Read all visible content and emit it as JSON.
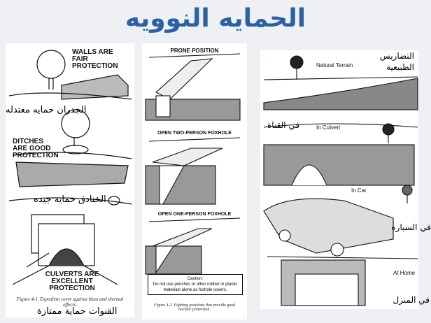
{
  "slide_title": "الحمايه النوويه",
  "left_panel": {
    "walls_label": "WALLS ARE FAIR PROTECTION",
    "walls_ar": "الجدران حمايه معتدله",
    "ditches_label": "DITCHES ARE GOOD PROTECTION",
    "ditches_ar": "الخنادق حمايه جيده",
    "culverts_label": "CULVERTS ARE EXCELLENT PROTECTION",
    "caption": "Figure 4-1. Expedient cover against blast and thermal effects.",
    "culverts_ar": "القنوات حماية ممتازة"
  },
  "middle_panel": {
    "prone_label": "PRONE POSITION",
    "two_person_label": "OPEN TWO-PERSON FOXHOLE",
    "one_person_label": "OPEN ONE-PERSON FOXHOLE",
    "caution_title": "Caution:",
    "caution_text": "Do not use ponchos or other rubber or plastic materials alone as foxhole covers.",
    "caption": "Figure 4-2. Fighting positions that provide good nuclear protection."
  },
  "right_panel": {
    "terrain_en": "Natural Terrain",
    "terrain_ar": "التضاريس الطبيعية",
    "culvert_en": "In Culvert",
    "culvert_ar": "في القناة",
    "car_en": "In Car",
    "car_ar": "في السياره",
    "home_en": "At Home",
    "home_ar": "في المنزل"
  }
}
